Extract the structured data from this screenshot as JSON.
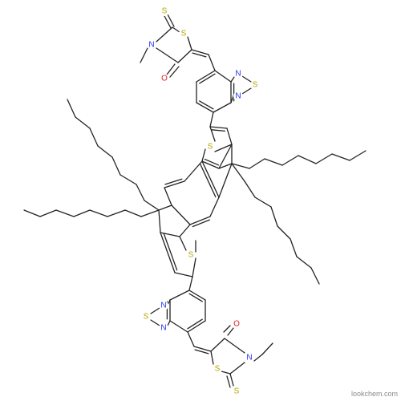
{
  "atom_labels": {
    "s_top_thioxo": "S",
    "s_top_ring": "S",
    "n_top_ring": "N",
    "o_top": "O",
    "n_top_btd_upper": "N",
    "s_top_btd": "S",
    "n_top_btd_lower": "N",
    "s_upper_thiophene": "S",
    "s_lower_thiophene": "S",
    "n_bottom_btd_upper": "N",
    "s_bottom_btd": "S",
    "n_bottom_btd_lower": "N",
    "o_bottom": "O",
    "n_bottom_ring": "N",
    "s_bottom_ring": "S",
    "s_bottom_thioxo": "S"
  },
  "watermark": "lookchem.com",
  "colors": {
    "bond": "#222222",
    "sulfur": "#b8a500",
    "nitrogen": "#2233ee",
    "oxygen": "#e02020",
    "watermark": "#8a8a8a"
  }
}
